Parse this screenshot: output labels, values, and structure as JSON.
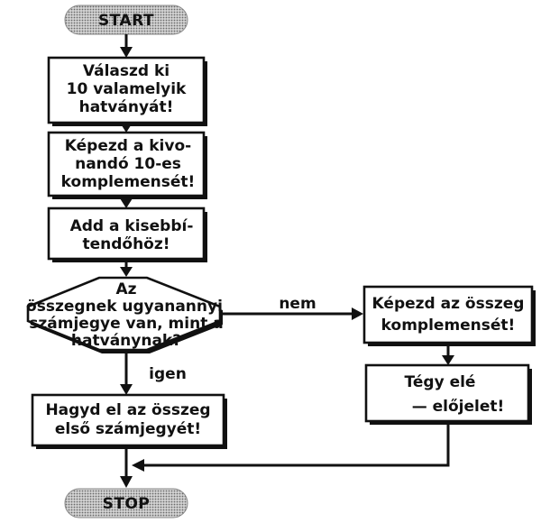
{
  "terminals": {
    "start": "START",
    "stop": "STOP"
  },
  "steps": {
    "choose_power": [
      "Válaszd ki",
      "10 valamelyik",
      "hatványát!"
    ],
    "complement": [
      "Képezd a kivo-",
      "nandó 10-es",
      "komplemensét!"
    ],
    "add": [
      "Add a kisebbí-",
      "tendőhöz!"
    ],
    "drop_digit": [
      "Hagyd el az összeg",
      "első számjegyét!"
    ],
    "sum_complement": [
      "Képezd az összeg",
      "komplemensét!"
    ],
    "sign": [
      "Tégy elé",
      "— előjelet!"
    ]
  },
  "decision": {
    "lines": [
      "Az",
      "összegnek ugyanannyi",
      "számjegye van, mint a",
      "hatványnak?"
    ],
    "yes_label": "igen",
    "no_label": "nem"
  },
  "colors": {
    "ink": "#111111",
    "terminal_fill": "#b8b8b8"
  }
}
